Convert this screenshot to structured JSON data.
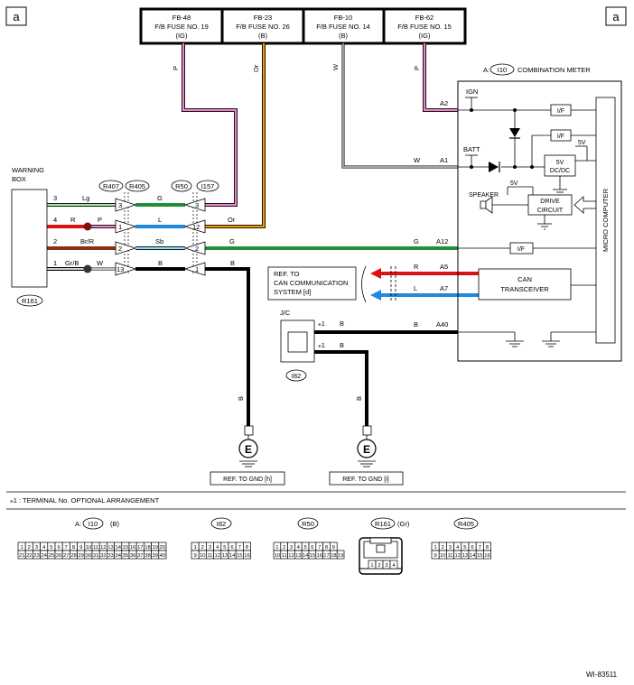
{
  "corner_label_left": "a",
  "corner_label_right": "a",
  "fuses": [
    {
      "code": "FB-48",
      "name": "F/B FUSE NO. 19",
      "sub": "(IG)"
    },
    {
      "code": "FB-23",
      "name": "F/B FUSE NO. 26",
      "sub": "(B)"
    },
    {
      "code": "FB-10",
      "name": "F/B FUSE NO. 14",
      "sub": "(B)"
    },
    {
      "code": "FB-62",
      "name": "F/B FUSE NO. 15",
      "sub": "(IG)"
    }
  ],
  "fuse_wire_colors": [
    "P",
    "Or",
    "W",
    "P"
  ],
  "meter": {
    "prefix": "A:",
    "connector": "I10",
    "title": "COMBINATION METER",
    "ign": "IGN",
    "batt": "BATT",
    "speaker": "SPEAKER",
    "drive_circuit_1": "DRIVE",
    "drive_circuit_2": "CIRCUIT",
    "v5": "5V",
    "dcdc_1": "5V",
    "dcdc_2": "DC/DC",
    "can_1": "CAN",
    "can_2": "TRANSCEIVER",
    "micro": "MICRO COMPUTER",
    "if_label": "I/F",
    "pins": {
      "a2": "A2",
      "a1": "A1",
      "a12": "A12",
      "a5": "A5",
      "a7": "A7",
      "a40": "A40"
    },
    "pin_wires": {
      "a1": "W",
      "a12": "G",
      "a5": "R",
      "a7": "L",
      "a40": "B"
    }
  },
  "warning_box": {
    "label_1": "WARNING",
    "label_2": "BOX",
    "connector": "R161"
  },
  "warning_pins": [
    {
      "num": "3",
      "color": "Lg"
    },
    {
      "num": "4",
      "color": "R",
      "color2": "P"
    },
    {
      "num": "2",
      "color": "Br/R"
    },
    {
      "num": "1",
      "color": "Gr/B",
      "color2": "W"
    }
  ],
  "connectors_top": [
    "R407",
    "R405",
    "R50",
    "I157"
  ],
  "left_pins": [
    "3",
    "1",
    "2",
    "13"
  ],
  "right_pins": [
    "3",
    "12",
    "2",
    "1"
  ],
  "mid_colors": [
    "G",
    "L",
    "Sb",
    "B"
  ],
  "right_colors": {
    "r12": "Or",
    "r2": "G",
    "r1": "B"
  },
  "ref_can": {
    "line1": "REF. TO",
    "line2": "CAN COMMUNICATION",
    "line3": "SYSTEM [d]"
  },
  "jc": {
    "label": "J/C",
    "connector": "I82",
    "star1": "⁎1",
    "star2": "⁎1",
    "wire1": "B",
    "wire2": "B"
  },
  "ground": {
    "symbol": "E",
    "wire": "B",
    "ref_h": "REF. TO GND [h]",
    "ref_i": "REF. TO GND [i]"
  },
  "footnote": "⁎1  : TERMINAL No. OPTIONAL ARRANGEMENT",
  "bottom_connectors": {
    "i10": {
      "prefix": "A:",
      "code": "I10",
      "suffix": "(B)",
      "row1": [
        "1",
        "2",
        "3",
        "4",
        "5",
        "6",
        "7",
        "8",
        "9",
        "10",
        "11",
        "12",
        "13",
        "14",
        "15",
        "16",
        "17",
        "18",
        "19",
        "20"
      ],
      "row2": [
        "21",
        "22",
        "23",
        "24",
        "25",
        "26",
        "27",
        "28",
        "29",
        "30",
        "31",
        "32",
        "33",
        "34",
        "35",
        "36",
        "37",
        "38",
        "39",
        "40"
      ]
    },
    "i82": {
      "code": "I82",
      "row1": [
        "1",
        "2",
        "3",
        "4",
        "5",
        "6",
        "7",
        "8"
      ],
      "row2": [
        "9",
        "10",
        "11",
        "12",
        "13",
        "14",
        "15",
        "16"
      ]
    },
    "r50": {
      "code": "R50",
      "row1": [
        "1",
        "2",
        "3",
        "4",
        "5",
        "6",
        "7",
        "8",
        "9"
      ],
      "row2": [
        "10",
        "11",
        "12",
        "13",
        "14",
        "15",
        "16",
        "17",
        "18",
        "19"
      ]
    },
    "r161": {
      "code": "R161",
      "suffix": "(Gr)",
      "row1": [
        "1",
        "2",
        "3",
        "4"
      ]
    },
    "r405": {
      "code": "R405",
      "row1": [
        "1",
        "2",
        "3",
        "4",
        "5",
        "6",
        "7",
        "8"
      ],
      "row2": [
        "9",
        "10",
        "11",
        "12",
        "13",
        "14",
        "15",
        "16"
      ]
    }
  },
  "figure_id": "WI-83511",
  "colors": {
    "pink": "#ee88cc",
    "orange": "#f0a000",
    "gray": "#a8a8a8",
    "green": "#1f8f3a",
    "light_green": "#a8e6a0",
    "red": "#dd1111",
    "blue": "#2288dd",
    "brown": "#8b2e14",
    "cyan": "#8fe4f4",
    "black": "#000000"
  }
}
